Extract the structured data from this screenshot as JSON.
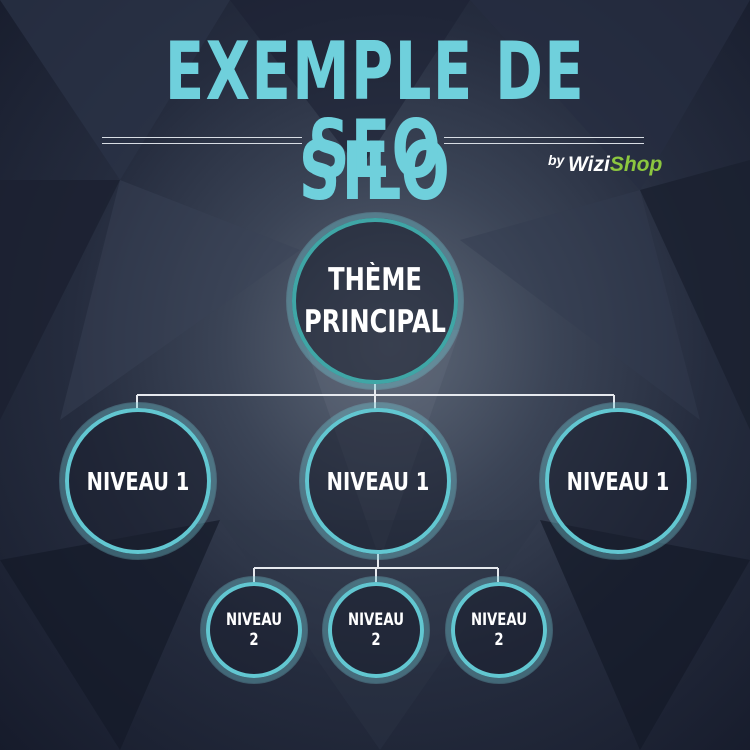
{
  "title": {
    "line1": "EXEMPLE DE SILO",
    "line2": "SEO"
  },
  "byline": {
    "prefix": "by",
    "brand_part1": "Wizi",
    "brand_part2": "Shop"
  },
  "tree": {
    "root": {
      "label": "THÈME\nPRINCIPAL"
    },
    "level1": [
      {
        "label": "NIVEAU 1"
      },
      {
        "label": "NIVEAU 1"
      },
      {
        "label": "NIVEAU 1"
      }
    ],
    "level2": [
      {
        "label": "NIVEAU 2"
      },
      {
        "label": "NIVEAU 2"
      },
      {
        "label": "NIVEAU 2"
      }
    ]
  },
  "colors": {
    "title": "#6fd0dc",
    "node_ring": "#62c7d1",
    "connector": "#e6e9ee",
    "brand_green": "#8cc63f",
    "background": "#1f2537"
  }
}
